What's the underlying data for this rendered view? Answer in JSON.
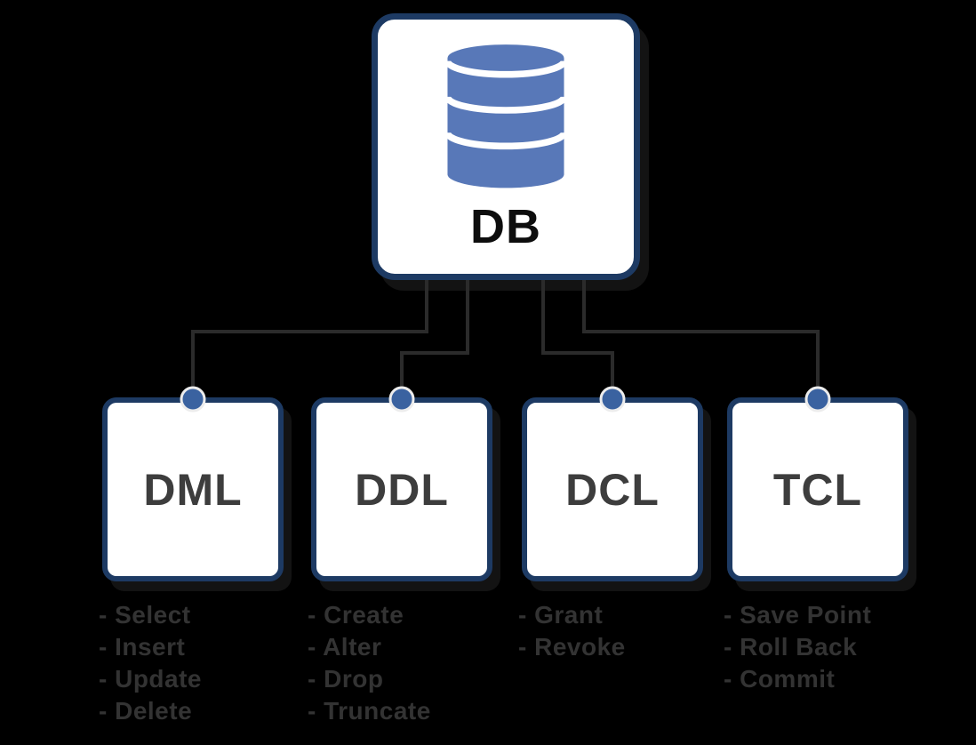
{
  "root": {
    "label": "DB",
    "icon": "database-icon"
  },
  "groups": [
    {
      "label": "DML",
      "items": [
        "- Select",
        "- Insert",
        "- Update",
        "- Delete"
      ]
    },
    {
      "label": "DDL",
      "items": [
        "- Create",
        "- Alter",
        "- Drop",
        "- Truncate"
      ]
    },
    {
      "label": "DCL",
      "items": [
        "- Grant",
        "- Revoke"
      ]
    },
    {
      "label": "TCL",
      "items": [
        "- Save Point",
        "- Roll Back",
        "- Commit"
      ]
    }
  ],
  "colors": {
    "background": "#000000",
    "node_fill": "#ffffff",
    "node_border_navy": "#1d3a63",
    "cylinder_blue": "#5878b8",
    "connector_dot_blue": "#3a62a0",
    "connector_dot_ring": "#ececec",
    "connector_line_gray": "#2b2b2b",
    "db_label_color": "#0d0d0d",
    "node_label_gray": "#3d3d3d",
    "list_text_gray": "#333333"
  }
}
